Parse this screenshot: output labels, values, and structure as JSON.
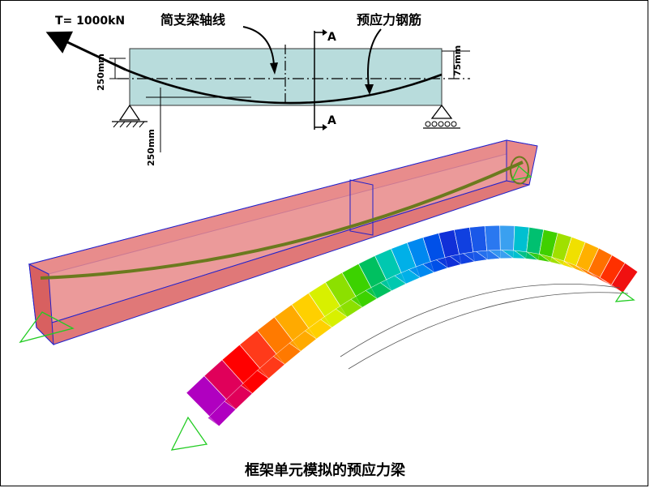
{
  "schematic": {
    "force_label": "T= 1000kN",
    "axis_label": "简支梁轴线",
    "tendon_label": "预应力钢筋",
    "section_marker": "A",
    "dim_left": "250mm",
    "dim_right": "75mm",
    "dim_bottom": "250mm"
  },
  "caption": "框架单元模拟的预应力梁",
  "colors": {
    "beam_fill": "#b8dcdc",
    "beam_3d_fill": "#e88888",
    "tendon": "#6b7a1e",
    "support_green": "#22cc22",
    "edge_blue": "#2222cc"
  }
}
